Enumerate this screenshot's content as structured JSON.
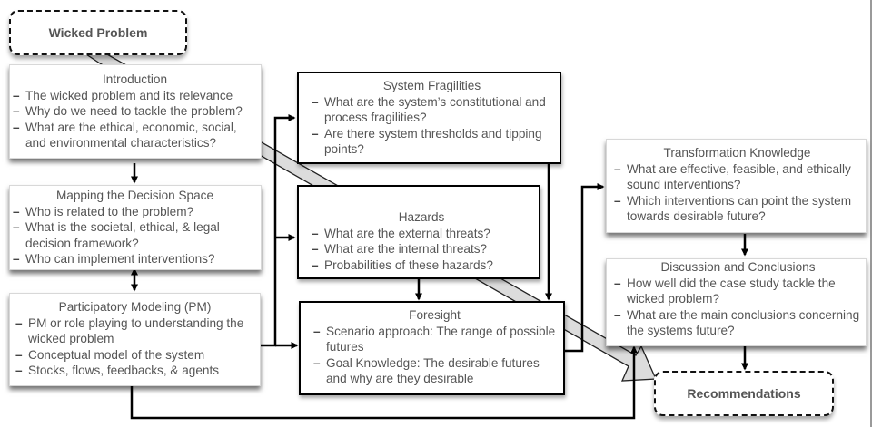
{
  "diagram": {
    "start": {
      "label": "Wicked Problem"
    },
    "end": {
      "label": "Recommendations"
    },
    "boxes": {
      "introduction": {
        "title": "Introduction",
        "items": [
          "The wicked problem and its relevance",
          "Why do we need to tackle the problem?",
          "What are the ethical, economic, social, and environmental characteristics?"
        ]
      },
      "mapping": {
        "title": "Mapping the Decision Space",
        "items": [
          "Who is related to the problem?",
          "What is the societal, ethical, & legal decision framework?",
          "Who can implement interventions?"
        ]
      },
      "pm": {
        "title": "Participatory Modeling (PM)",
        "items": [
          "PM or role playing to understanding the wicked problem",
          "Conceptual model of the system",
          "Stocks, flows, feedbacks, & agents"
        ]
      },
      "fragilities": {
        "title": "System Fragilities",
        "items": [
          "What are the system’s constitutional and process fragilities?",
          "Are there system thresholds and tipping points?"
        ]
      },
      "hazards": {
        "title": "Hazards",
        "items": [
          "What are the external threats?",
          "What are the internal threats?",
          "Probabilities of these hazards?"
        ]
      },
      "foresight": {
        "title": "Foresight",
        "items": [
          "Scenario approach: The range of possible futures",
          "Goal Knowledge: The desirable futures and why are they desirable"
        ]
      },
      "transformation": {
        "title": "Transformation Knowledge",
        "items": [
          "What are effective, feasible, and ethically sound interventions?",
          "Which interventions can point the system towards desirable future?"
        ]
      },
      "discussion": {
        "title": "Discussion and Conclusions",
        "items": [
          "How well did the case study tackle the wicked problem?",
          "What are the main conclusions concerning the systems future?"
        ]
      }
    }
  }
}
